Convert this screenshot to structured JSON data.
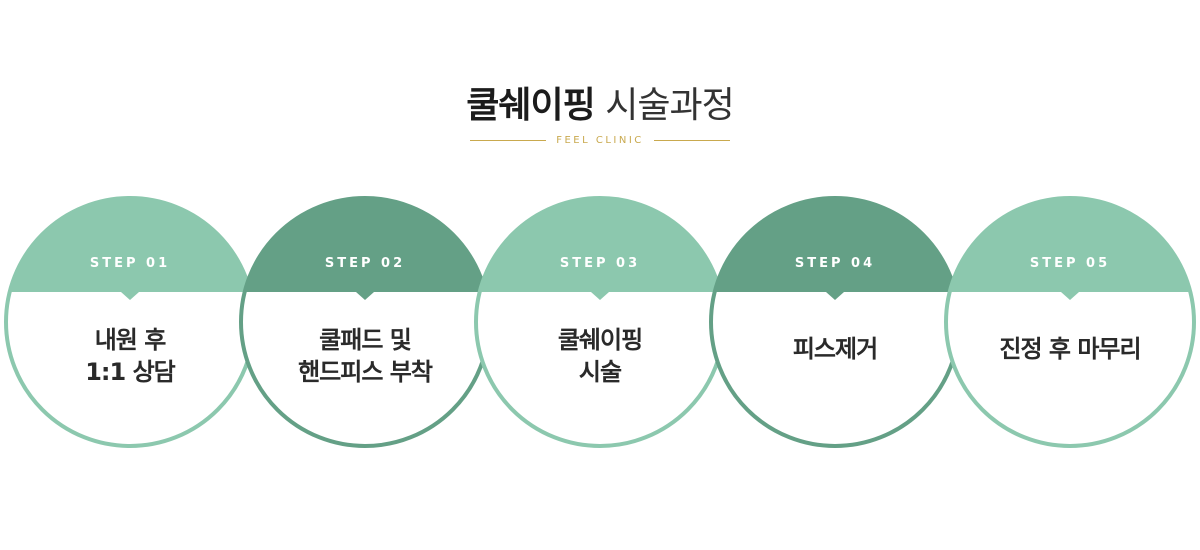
{
  "header": {
    "title_bold": "쿨쉐이핑",
    "title_light": "시술과정",
    "subtitle": "FEEL CLINIC"
  },
  "colors": {
    "light_green": "#8cc8ae",
    "dark_green": "#64a086",
    "gold": "#c9a94e",
    "text_dark": "#2a2a2a"
  },
  "steps": [
    {
      "label": "STEP 01",
      "text": "내원 후\n1:1 상담",
      "theme": "light"
    },
    {
      "label": "STEP 02",
      "text": "쿨패드 및\n핸드피스 부착",
      "theme": "dark"
    },
    {
      "label": "STEP 03",
      "text": "쿨쉐이핑\n시술",
      "theme": "light"
    },
    {
      "label": "STEP 04",
      "text": "피스제거",
      "theme": "dark"
    },
    {
      "label": "STEP 05",
      "text": "진정 후 마무리",
      "theme": "light"
    }
  ]
}
